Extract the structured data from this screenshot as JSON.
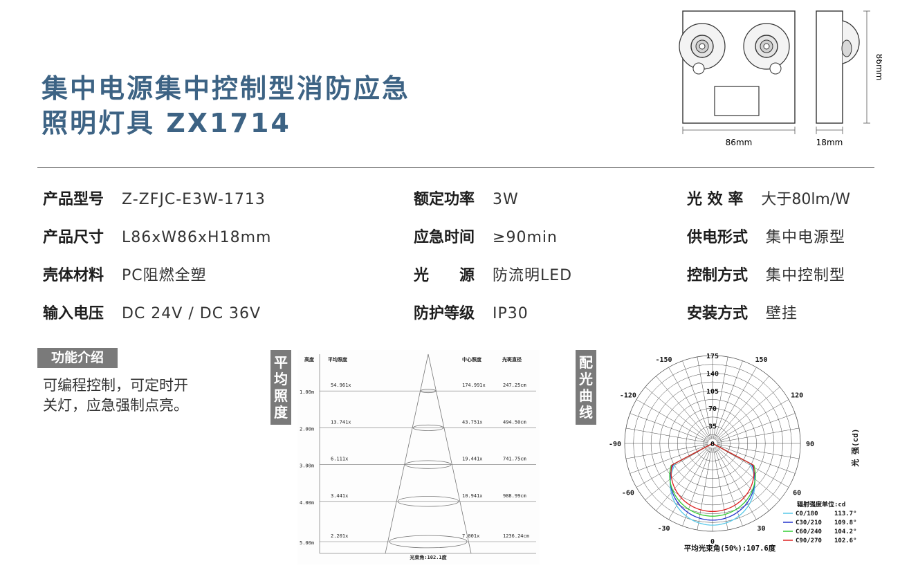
{
  "title": {
    "line1": "集中电源集中控制型消防应急",
    "line2": "照明灯具 ZX1714"
  },
  "drawing": {
    "width_label": "86mm",
    "depth_label": "18mm",
    "height_label": "86mm"
  },
  "specs": {
    "col1": [
      {
        "label": "产品型号",
        "value": "Z-ZFJC-E3W-1713"
      },
      {
        "label": "产品尺寸",
        "value": "L86xW86xH18mm"
      },
      {
        "label": "壳体材料",
        "value": "PC阻燃全塑"
      },
      {
        "label": "输入电压",
        "value": "DC 24V / DC 36V"
      }
    ],
    "col2": [
      {
        "label": "额定功率",
        "value": "3W"
      },
      {
        "label": "应急时间",
        "value": "≥90min"
      },
      {
        "label": "光　　源",
        "value": "防流明LED"
      },
      {
        "label": "防护等级",
        "value": "IP30"
      }
    ],
    "col3": [
      {
        "label": "光 效 率",
        "value": "大于80lm/W"
      },
      {
        "label": "供电形式",
        "value": "集中电源型"
      },
      {
        "label": "控制方式",
        "value": "集中控制型"
      },
      {
        "label": "安装方式",
        "value": "壁挂"
      }
    ]
  },
  "feature": {
    "badge": "功能介绍",
    "line1": "可编程控制，可定时开",
    "line2": "关灯，应急强制点亮。"
  },
  "illum": {
    "badge": [
      "平",
      "均",
      "照",
      "度"
    ],
    "headers": {
      "height": "高度",
      "avg": "平均照度",
      "center": "中心照度",
      "diameter": "光斑直径"
    },
    "rows": [
      {
        "h": "1.00m",
        "avg": "54.961x",
        "center": "174.991x",
        "dia": "247.25cm"
      },
      {
        "h": "2.00m",
        "avg": "13.741x",
        "center": "43.751x",
        "dia": "494.50cm"
      },
      {
        "h": "3.00m",
        "avg": "6.111x",
        "center": "19.441x",
        "dia": "741.75cm"
      },
      {
        "h": "4.00m",
        "avg": "3.441x",
        "center": "10.941x",
        "dia": "988.99cm"
      },
      {
        "h": "5.00m",
        "avg": "2.201x",
        "center": "7.001x",
        "dia": "1236.24cm"
      }
    ],
    "beam": "光束角:102.1度"
  },
  "polar": {
    "badge": [
      "配",
      "光",
      "曲",
      "线"
    ],
    "radial_labels": [
      "175",
      "140",
      "105",
      "70",
      "35",
      "0"
    ],
    "radial_values": [
      175,
      140,
      105,
      70,
      35,
      0
    ],
    "angle_labels": [
      "-150",
      "150",
      "-120",
      "120",
      "-90",
      "90",
      "-60",
      "60",
      "-30",
      "30",
      "0"
    ],
    "unit_axis": "光 强(cd)",
    "legend_title": "辐射强度单位:cd",
    "series": [
      {
        "name": "C0/180",
        "value": "113.7°",
        "color": "#55c8e8"
      },
      {
        "name": "C30/210",
        "value": "109.8°",
        "color": "#2233cc"
      },
      {
        "name": "C60/240",
        "value": "104.2°",
        "color": "#33cc33"
      },
      {
        "name": "C90/270",
        "value": "102.6°",
        "color": "#dd2222"
      }
    ],
    "footer": "平均光束角(50%):107.6度"
  },
  "chart_data": [
    {
      "type": "table",
      "title": "",
      "columns": [
        "高度",
        "平均照度",
        "中心照度",
        "光斑直径"
      ],
      "rows": [
        [
          "1.00m",
          "54.961x",
          "174.991x",
          "247.25cm"
        ],
        [
          "2.00m",
          "13.741x",
          "43.751x",
          "494.50cm"
        ],
        [
          "3.00m",
          "6.111x",
          "19.441x",
          "741.75cm"
        ],
        [
          "4.00m",
          "3.441x",
          "10.941x",
          "988.99cm"
        ],
        [
          "5.00m",
          "2.201x",
          "7.001x",
          "1236.24cm"
        ]
      ],
      "annotation": "光束角:102.1度"
    },
    {
      "type": "line",
      "subtype": "polar",
      "title": "",
      "ylabel": "光 强(cd)",
      "radial_range": [
        0,
        175
      ],
      "radial_ticks": [
        0,
        35,
        70,
        105,
        140,
        175
      ],
      "angle_ticks": [
        -150,
        -120,
        -90,
        -60,
        -30,
        0,
        30,
        60,
        90,
        120,
        150
      ],
      "grid": true,
      "legend": "bottom-right",
      "series": [
        {
          "name": "C0/180 113.7°"
        },
        {
          "name": "C30/210 109.8°"
        },
        {
          "name": "C60/240 104.2°"
        },
        {
          "name": "C90/270 102.6°"
        }
      ]
    }
  ]
}
